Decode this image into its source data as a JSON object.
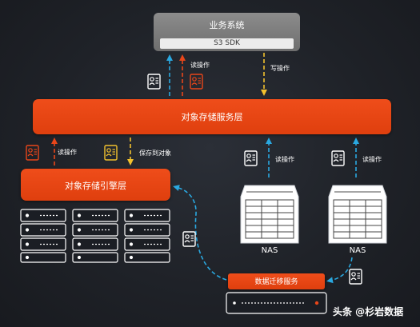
{
  "business": {
    "title": "业务系统",
    "sdk": "S3 SDK"
  },
  "layers": {
    "service": "对象存储服务层",
    "engine": "对象存储引擎层",
    "migration": "数据迁移服务"
  },
  "labels": {
    "read_top": "读操作",
    "write_top": "写操作",
    "read_engine": "读操作",
    "save_to_object": "保存到对象",
    "read_nas1": "读操作",
    "read_nas2": "读操作"
  },
  "nas": {
    "left": "NAS",
    "right": "NAS"
  },
  "watermark": "头条 @杉岩数据",
  "colors": {
    "read_arrow": "#2aa8e0",
    "write_arrow": "#f2c12e",
    "layer": "#e8461a",
    "doc_icon": "#e8461a"
  }
}
